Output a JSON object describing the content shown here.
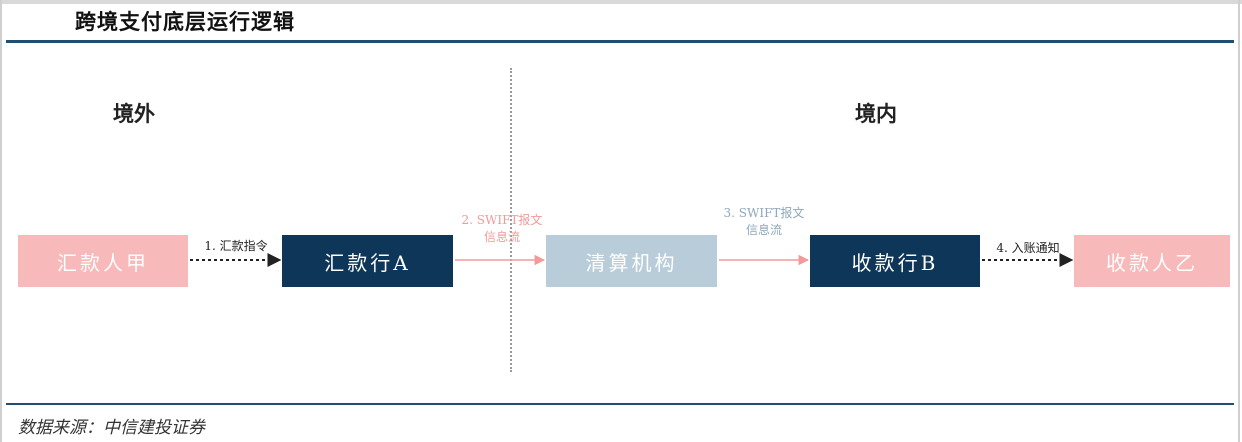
{
  "title": "跨境支付底层运行逻辑",
  "regions": {
    "left": "境外",
    "right": "境内"
  },
  "nodes": {
    "remitter": "汇款人甲",
    "bank_a": "汇款行A",
    "clearing": "清算机构",
    "bank_b": "收款行B",
    "payee": "收款人乙"
  },
  "steps": {
    "step1": "1. 汇款指令",
    "step2_line1": "2. SWIFT报文",
    "step2_line2": "信息流",
    "step3_line1": "3. SWIFT报文",
    "step3_line2": "信息流",
    "step4": "4. 入账通知"
  },
  "colors": {
    "dark_box": "#0d3658",
    "pink_box": "#f7b9b9",
    "light_box": "#b9ccd9",
    "rule": "#1f4e6e",
    "pink_arrow": "#f29a9a"
  },
  "source": "数据来源：中信建投证券"
}
